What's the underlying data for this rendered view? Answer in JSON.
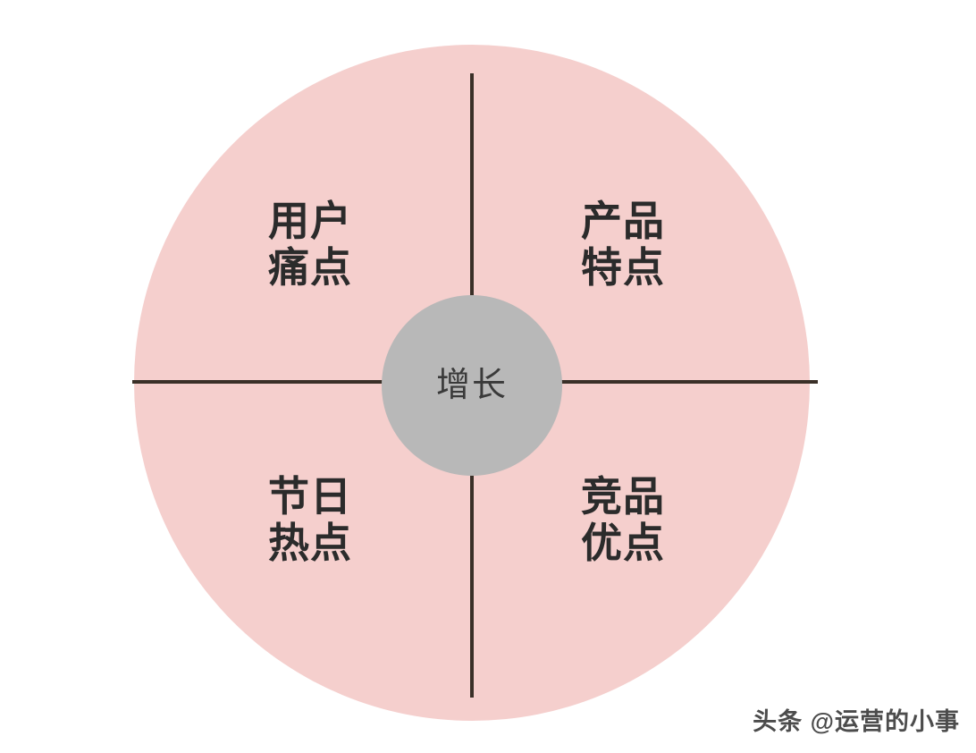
{
  "diagram": {
    "type": "quadrant-circle",
    "center": {
      "label": "增长",
      "color": "#b8b8b8",
      "text_color": "#3a3a3a"
    },
    "outer": {
      "color": "#f5cfcd"
    },
    "divider_color": "#3a3028",
    "quadrants": [
      {
        "position": "top-left",
        "line1": "用户",
        "line2": "痛点"
      },
      {
        "position": "top-right",
        "line1": "产品",
        "line2": "特点"
      },
      {
        "position": "bottom-left",
        "line1": "节日",
        "line2": "热点"
      },
      {
        "position": "bottom-right",
        "line1": "竞品",
        "line2": "优点"
      }
    ]
  },
  "watermark": {
    "text": "头条 @运营的小事"
  }
}
